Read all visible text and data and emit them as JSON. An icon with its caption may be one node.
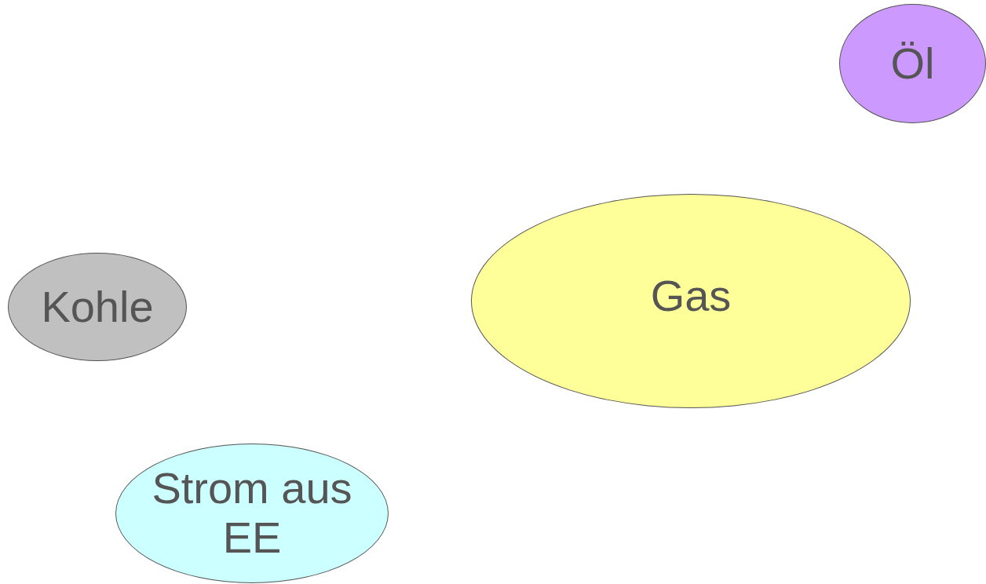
{
  "diagram": {
    "nodes": [
      {
        "text": [
          "Öl"
        ]
      },
      {
        "text": [
          "Kohle"
        ]
      },
      {
        "text": [
          "Gas"
        ]
      },
      {
        "text": [
          "Strom aus EE"
        ]
      }
    ]
  }
}
